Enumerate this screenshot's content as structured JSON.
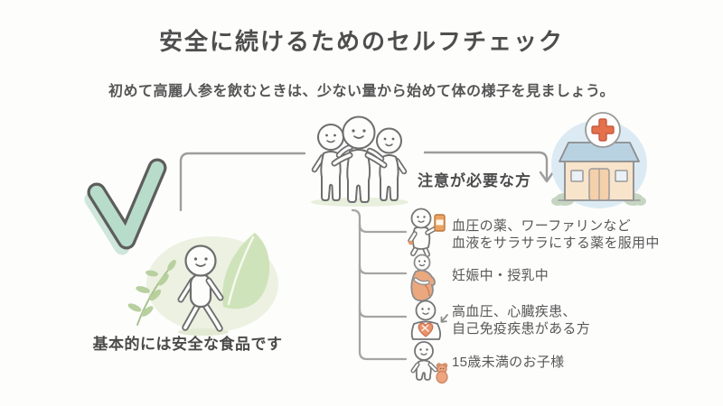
{
  "page": {
    "title": "安全に続けるためのセルフチェック",
    "subtitle": "初めて高麗人参を飲むときは、少ない量から始めて体の様子を見ましょう。",
    "background": "#fdfdfc",
    "text_color": "#4e4e4e",
    "line_color": "#9d9d9d"
  },
  "safe_branch": {
    "label": "基本的には安全な食品です",
    "icons": [
      "checkmark-icon",
      "walking-person-illustration"
    ],
    "check_color": "#b8dcca",
    "leaf_color": "#cfe3ba"
  },
  "caution_branch": {
    "label": "注意が必要な方",
    "icon": "hospital-icon",
    "hospital_colors": {
      "roof": "#b9d2e2",
      "wall": "#f8e4cb",
      "cross": "#e4704c",
      "blob": "#dcebf3"
    },
    "accent_salmon": "#eba87f",
    "accent_orange": "#eda25f",
    "items": [
      {
        "icon": "person-taking-medicine-icon",
        "line1": "血圧の薬、ワーファリンなど",
        "line2": "血液をサラサラにする薬を服用中"
      },
      {
        "icon": "pregnant-woman-icon",
        "line1": "妊娠中・授乳中"
      },
      {
        "icon": "person-with-heart-condition-icon",
        "line1": "高血圧、心臓疾患、",
        "line2": "自己免疫疾患がある方"
      },
      {
        "icon": "child-with-teddy-bear-icon",
        "line1": "15歳未満のお子様"
      }
    ]
  }
}
